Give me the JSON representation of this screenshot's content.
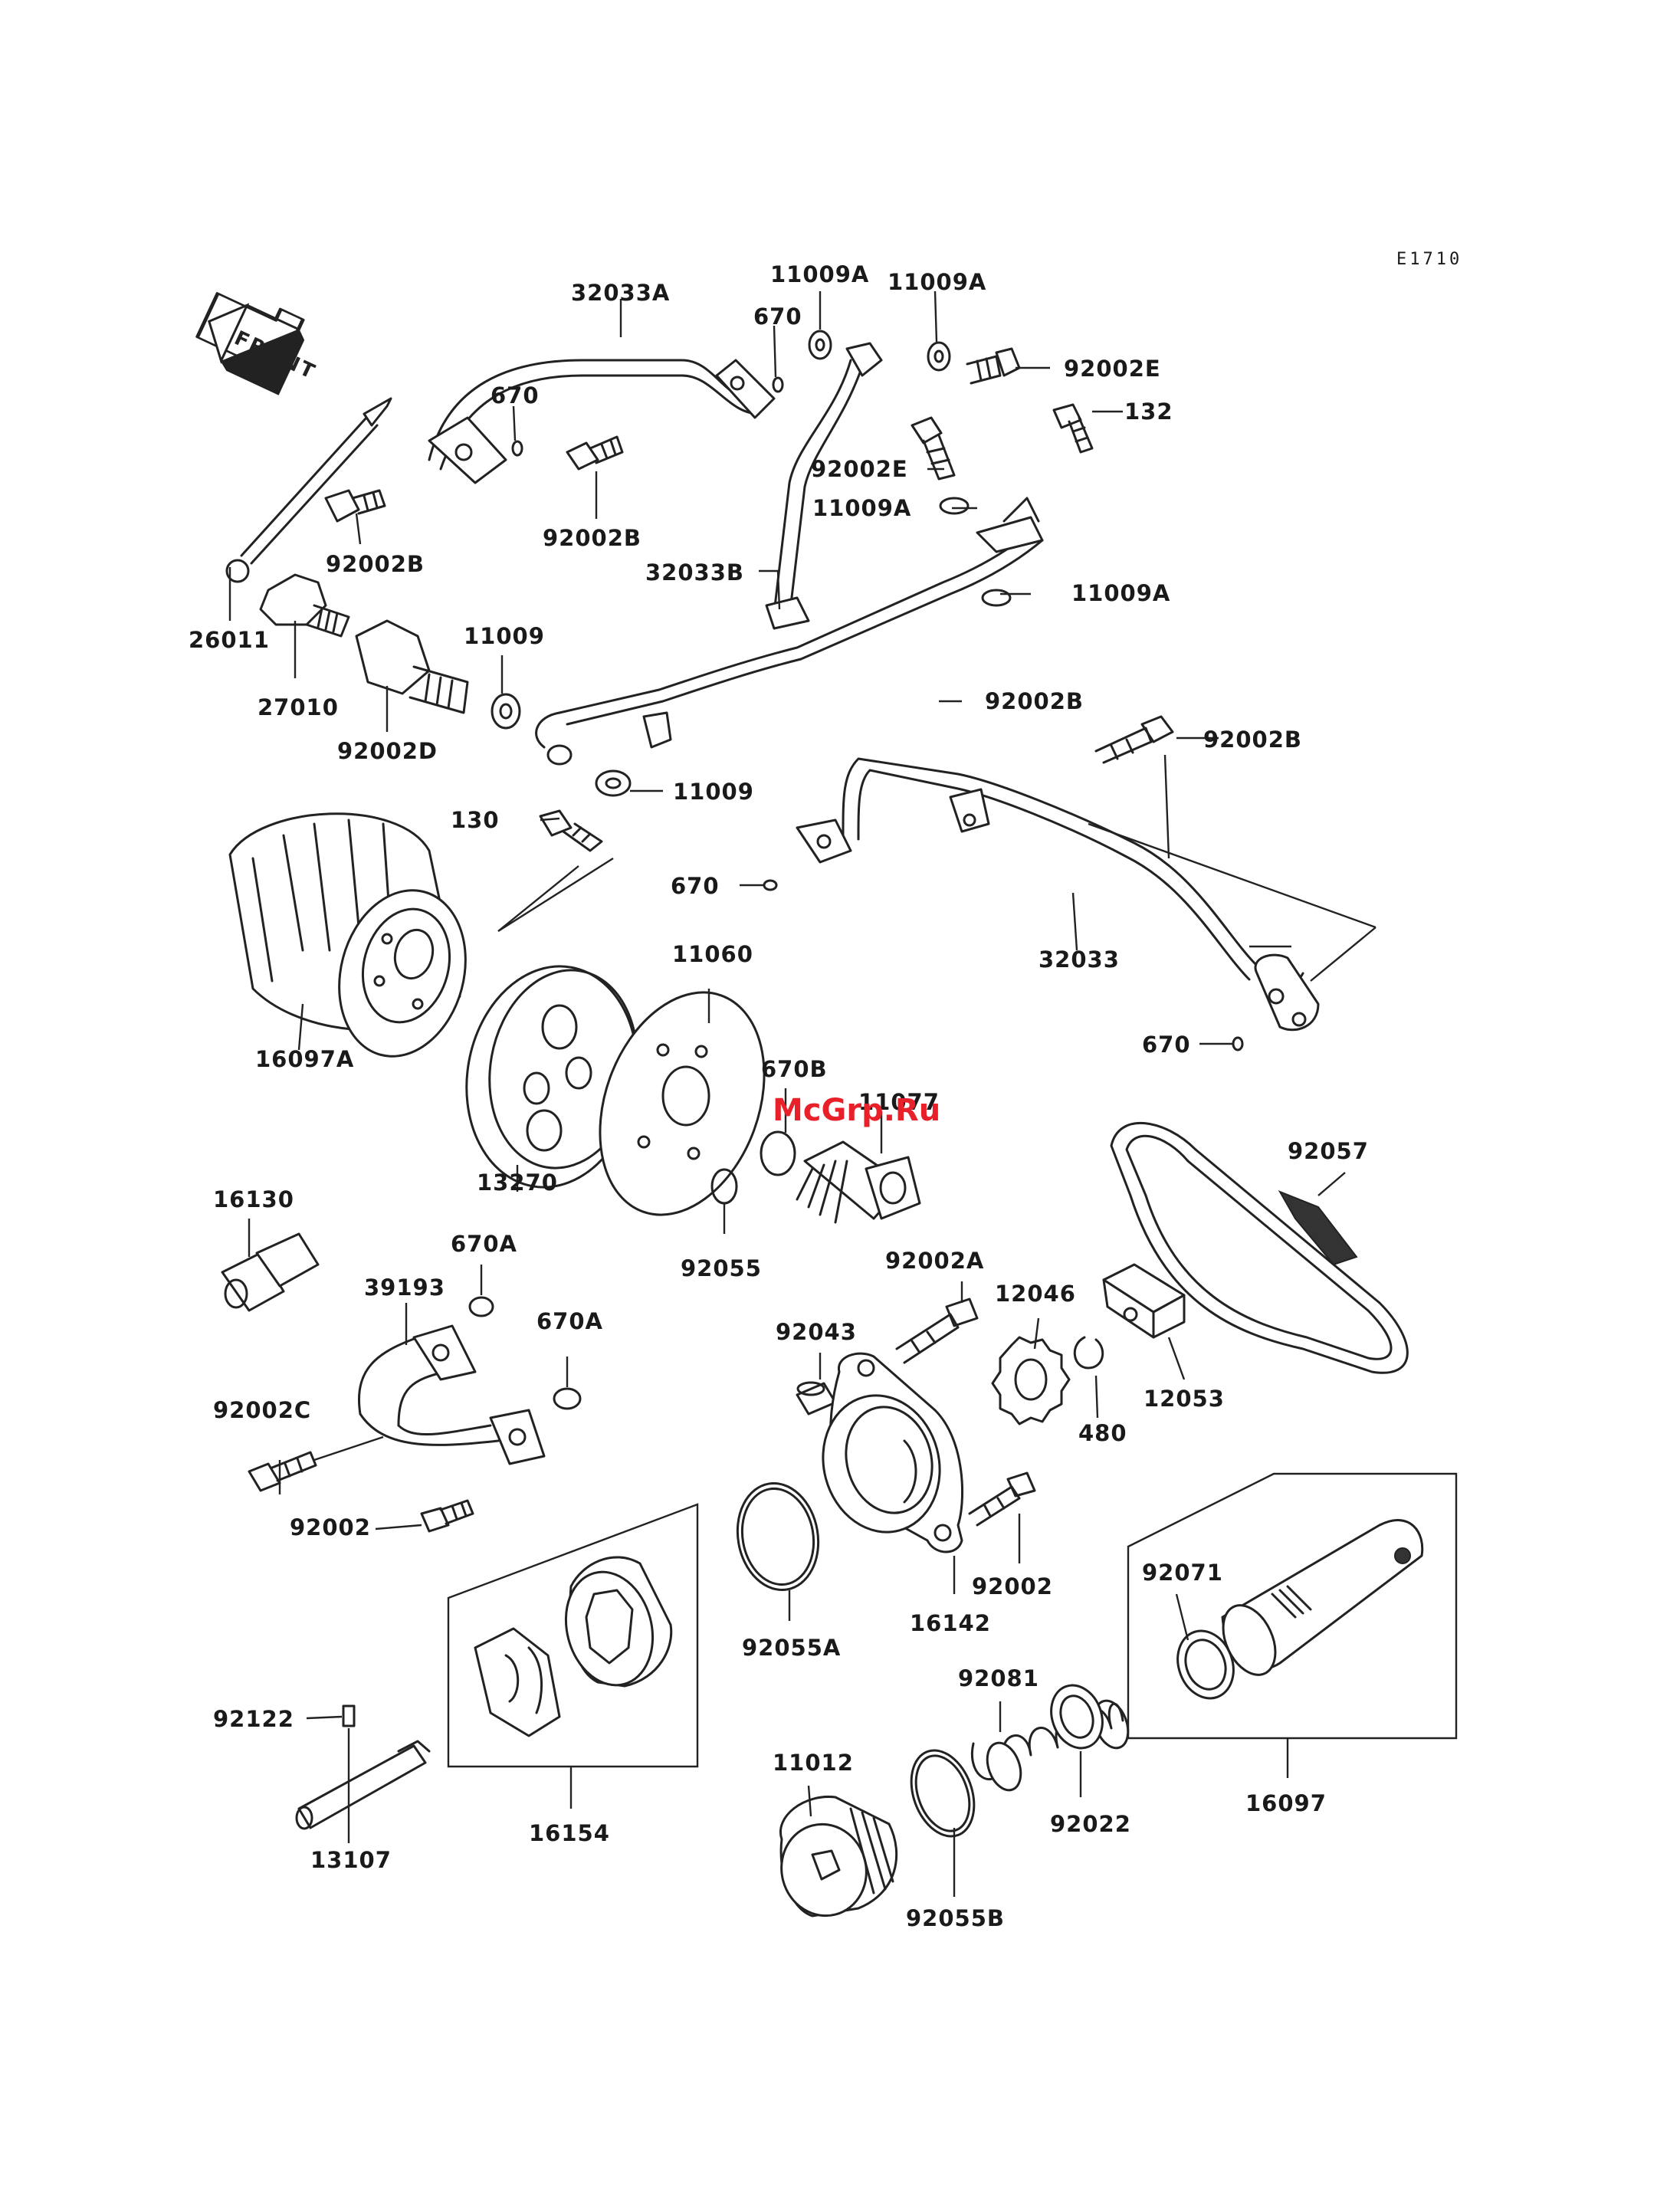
{
  "diagram_code": "E1710",
  "watermark": "McGrp.Ru",
  "front_label": "FRONT",
  "watermark_color": "#e8202a",
  "labels": [
    "32033A",
    "11009A",
    "670",
    "11009A",
    "92002E",
    "132",
    "670",
    "92002E",
    "11009A",
    "92002B",
    "92002B",
    "32033B",
    "11009A",
    "26011",
    "27010",
    "11009",
    "92002D",
    "92002B",
    "11009",
    "130",
    "92002B",
    "670",
    "32033",
    "16097A",
    "13270",
    "11060",
    "670B",
    "11077",
    "670",
    "92057",
    "16130",
    "670A",
    "39193",
    "670A",
    "92055",
    "92002A",
    "92043",
    "12046",
    "12053",
    "480",
    "92002C",
    "92002",
    "16142",
    "92002",
    "92055A",
    "92071",
    "92081",
    "16097",
    "92122",
    "13107",
    "16154",
    "11012",
    "92022",
    "92055B"
  ]
}
